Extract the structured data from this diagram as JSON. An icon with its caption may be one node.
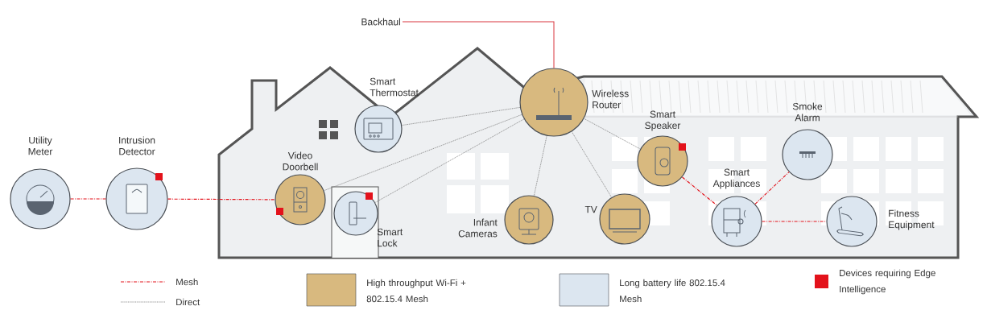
{
  "diagram": {
    "nodes": [
      {
        "text": [
          "Utility Meter"
        ]
      },
      {
        "text": [
          "Intrusion Detector"
        ]
      },
      {
        "text": [
          "Video Doorbell"
        ]
      },
      {
        "text": [
          "Smart Thermostat"
        ]
      },
      {
        "text": [
          "Smart Lock"
        ]
      },
      {
        "text": [
          "Wireless Router"
        ]
      },
      {
        "text": [
          "Infant Cameras"
        ]
      },
      {
        "text": [
          "TV"
        ]
      },
      {
        "text": [
          "Smart Speaker"
        ]
      },
      {
        "text": [
          "Smart Appliances"
        ]
      },
      {
        "text": [
          "Smoke Alarm"
        ]
      },
      {
        "text": [
          "Fitness Equipment"
        ]
      },
      {
        "text": [
          "Backhaul"
        ]
      }
    ],
    "edges": [
      {
        "from": 12,
        "to": 5,
        "arrow": "none",
        "color": "#d9363e"
      },
      {
        "from": 0,
        "to": 1,
        "arrow": "none",
        "style": "dashed",
        "color": "#e3121b"
      },
      {
        "from": 1,
        "to": 2,
        "arrow": "none",
        "style": "dashed",
        "color": "#e3121b"
      },
      {
        "from": 5,
        "to": 3,
        "arrow": "none",
        "style": "dashed"
      },
      {
        "from": 5,
        "to": 2,
        "arrow": "none",
        "style": "dashed"
      },
      {
        "from": 5,
        "to": 4,
        "arrow": "none",
        "style": "dashed"
      },
      {
        "from": 5,
        "to": 6,
        "arrow": "none",
        "style": "dashed"
      },
      {
        "from": 5,
        "to": 7,
        "arrow": "none",
        "style": "dashed"
      },
      {
        "from": 5,
        "to": 8,
        "arrow": "none",
        "style": "dashed"
      },
      {
        "from": 8,
        "to": 9,
        "arrow": "none",
        "style": "dashed",
        "color": "#e3121b"
      },
      {
        "from": 9,
        "to": 10,
        "arrow": "none",
        "style": "dashed",
        "color": "#e3121b"
      },
      {
        "from": 9,
        "to": 11,
        "arrow": "none",
        "style": "dashed",
        "color": "#e3121b"
      }
    ],
    "legend": [
      {
        "text": "Mesh"
      },
      {
        "text": "Direct"
      },
      {
        "text": "High throughput Wi-Fi + 802.15.4 Mesh",
        "color": "#d8b97f"
      },
      {
        "text": "Long battery life 802.15.4 Mesh",
        "color": "#dce6f0"
      },
      {
        "text": "Devices requiring Edge Intelligence",
        "color": "#e3121b"
      }
    ]
  }
}
